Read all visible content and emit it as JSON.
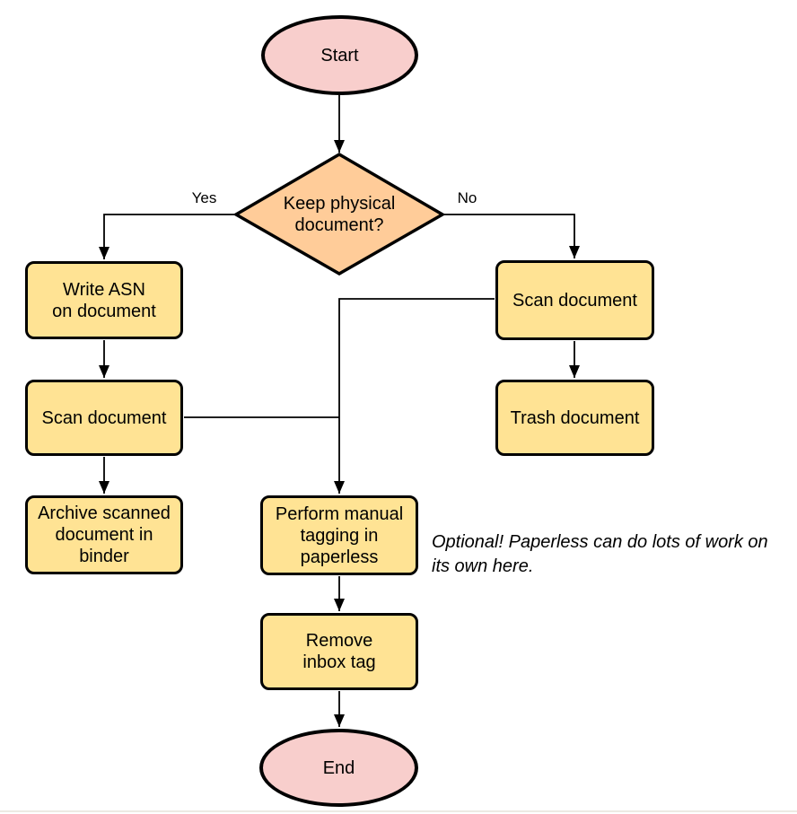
{
  "diagram": {
    "type": "flowchart",
    "nodes": {
      "start": {
        "label": "Start",
        "shape": "terminal"
      },
      "decision": {
        "label": "Keep physical\ndocument?",
        "shape": "decision"
      },
      "write_asn": {
        "label": "Write ASN\non document",
        "shape": "process"
      },
      "scan_left": {
        "label": "Scan document",
        "shape": "process"
      },
      "archive": {
        "label": "Archive scanned\ndocument in\nbinder",
        "shape": "process"
      },
      "scan_right": {
        "label": "Scan document",
        "shape": "process"
      },
      "trash": {
        "label": "Trash document",
        "shape": "process"
      },
      "perform_tagging": {
        "label": "Perform manual\ntagging in\npaperless",
        "shape": "process"
      },
      "remove_inbox": {
        "label": "Remove\ninbox tag",
        "shape": "process"
      },
      "end": {
        "label": "End",
        "shape": "terminal"
      }
    },
    "edge_labels": {
      "yes": "Yes",
      "no": "No"
    },
    "note": "Optional! Paperless can do lots of work on\nits own here.",
    "colors": {
      "terminal_fill": "#f8cecc",
      "decision_fill": "#ffcc99",
      "process_fill": "#ffe394",
      "stroke": "#000000",
      "background": "#ffffff"
    }
  }
}
